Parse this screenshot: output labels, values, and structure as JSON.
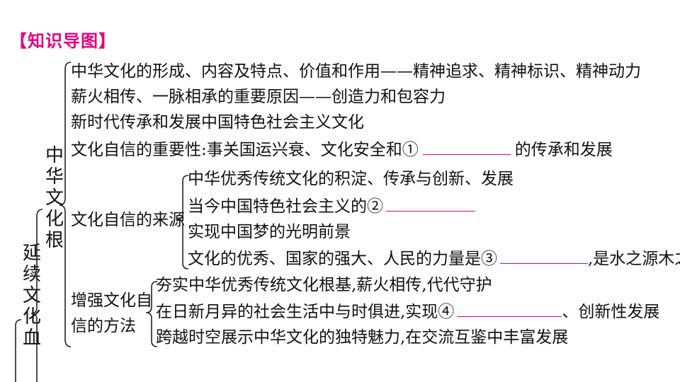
{
  "title": "【知识导图】",
  "root": {
    "label": "延续文化血",
    "sub": "中华文化根"
  },
  "lines": {
    "l1": "中华文化的形成、内容及特点、价值和作用——精神追求、精神标识、精神动力",
    "l2": "薪火相传、一脉相承的重要原因——创造力和包容力",
    "l3": "新时代传承和发展中国特色社会主义文化",
    "l4a": "文化自信的重要性:事关国运兴衰、文化安全和①",
    "l4b": "的传承和发展",
    "source_label": "文化自信的来源",
    "s1": "中华优秀传统文化的积淀、传承与创新、发展",
    "s2": "当今中国特色社会主义的②",
    "s3": "实现中国梦的光明前景",
    "s4a": "文化的优秀、国家的强大、人民的力量是③",
    "s4b": ",是水之源木之本",
    "method_label_1": "增强文化自",
    "method_label_2": "信的方法",
    "m1": "夯实中华优秀传统文化根基,薪火相传,代代守护",
    "m2a": "在日新月异的社会生活中与时俱进,实现④",
    "m2b": "、创新性发展",
    "m3": "跨越时空展示中华文化的独特魅力,在交流互鉴中丰富发展"
  },
  "colors": {
    "accent": "#e4007f",
    "text": "#111111"
  }
}
